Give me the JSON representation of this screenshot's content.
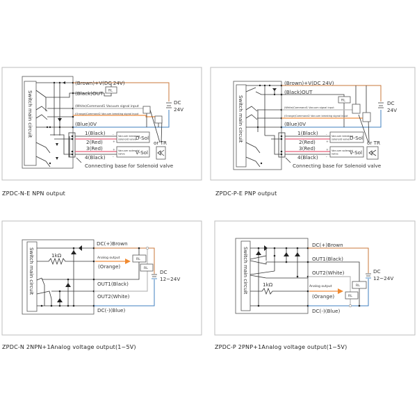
{
  "panels": [
    {
      "caption": "ZPDC-N-E  NPN output",
      "circuit_label": "Switch main circuit",
      "wires": {
        "brown": "(Brown)+V(DC 24V)",
        "black": "(Black)OUT",
        "white": "(White)Command1 Vacuum signal input",
        "orange": "(Orange)Command2 Vacuum breaking signal input",
        "blue": "(Blue)0V"
      },
      "relay": "RL",
      "supply": [
        "DC",
        "24V"
      ],
      "solenoid_pins": [
        "1(Black)",
        "2(Red)",
        "3(Red)",
        "4(Black)"
      ],
      "d_sol": {
        "desc": [
          "Vacuum breaking",
          "solenoid valve"
        ],
        "name": "D-Sol"
      },
      "v_sol": {
        "desc": [
          "Vacuum solenoid",
          "valve"
        ],
        "name": "V-Sol"
      },
      "polarity": [
        "-",
        "+",
        "+",
        "-"
      ],
      "or_tr": "or TR",
      "base_label": "Connecting base for Solenoid valve"
    },
    {
      "caption": "ZPDC-P-E  PNP output",
      "circuit_label": "Switch main circuit",
      "wires": {
        "brown": "(Brown)+V(DC 24V)",
        "black": "(Black)OUT",
        "white": "(White)Command1 Vacuum signal input",
        "orange": "(Orange)Command2 Vacuum breaking signal input",
        "blue": "(Blue)0V"
      },
      "relay": "RL",
      "supply": [
        "DC",
        "24V"
      ],
      "solenoid_pins": [
        "1(Black)",
        "2(Red)",
        "3(Red)",
        "4(Black)"
      ],
      "d_sol": {
        "desc": [
          "Vacuum breaking",
          "solenoid valve"
        ],
        "name": "D-Sol"
      },
      "v_sol": {
        "desc": [
          "Vacuum solenoid",
          "valve"
        ],
        "name": "V-Sol"
      },
      "polarity": [
        "-",
        "+",
        "+",
        "-"
      ],
      "or_tr": "or TR",
      "base_label": "Connecting base for Solenoid valve"
    },
    {
      "caption": "ZPDC-N  2NPN+1Analog voltage output(1~5V)",
      "circuit_label": "Switch main circuit",
      "resistor": "1kΩ",
      "wires": {
        "plus": "DC(+)Brown",
        "analog": "Analog output",
        "analog_color": "(Orange)",
        "out1": "OUT1(Black)",
        "out2": "OUT2(White)",
        "minus": "DC(-)(Blue)"
      },
      "relay": "RL",
      "supply": [
        "DC",
        "12~24V"
      ]
    },
    {
      "caption": "ZPDC-P  2PNP+1Analog voltage output(1~5V)",
      "circuit_label": "Switch main circuit",
      "resistor": "1kΩ",
      "wires": {
        "plus": "DC(+)Brown",
        "out1": "OUT1(Black)",
        "out2": "OUT2(White)",
        "analog": "Analog output",
        "analog_color": "(Orange)",
        "minus": "DC(-)(Blue)"
      },
      "relay": "RL",
      "supply": [
        "DC",
        "12~24V"
      ]
    }
  ],
  "colors": {
    "brown": "#c9773a",
    "blue": "#3f7fbf",
    "orange": "#f0a060",
    "red": "#e8607a",
    "white_wire": "#bbbbbb"
  }
}
